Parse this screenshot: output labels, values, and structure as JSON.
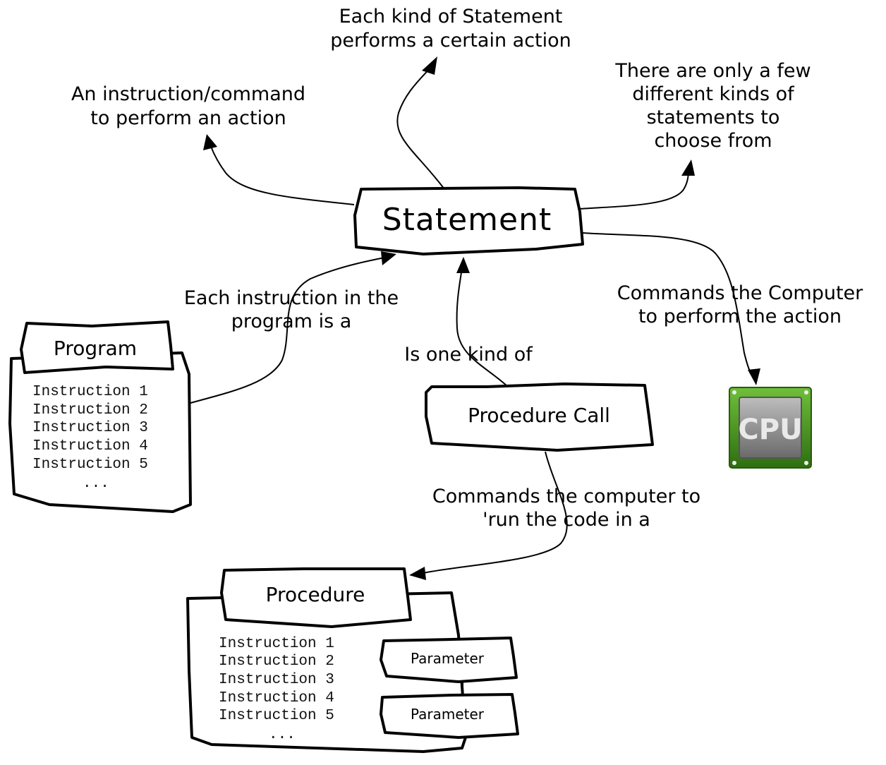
{
  "nodes": {
    "statement": {
      "label": "Statement"
    },
    "program": {
      "label": "Program",
      "lines": [
        "Instruction 1",
        "Instruction 2",
        "Instruction 3",
        "Instruction 4",
        "Instruction 5",
        "..."
      ]
    },
    "procedure_call": {
      "label": "Procedure Call"
    },
    "procedure": {
      "label": "Procedure",
      "lines": [
        "Instruction 1",
        "Instruction 2",
        "Instruction 3",
        "Instruction 4",
        "Instruction 5",
        "..."
      ],
      "parameters": [
        "Parameter",
        "Parameter"
      ]
    },
    "cpu": {
      "label": "CPU",
      "accent": "#4a9a1c"
    }
  },
  "annotations": {
    "action_kind": {
      "lines": [
        "Each kind of Statement",
        "performs a certain action"
      ]
    },
    "instruction_command": {
      "lines": [
        "An instruction/command",
        "to perform an action"
      ]
    },
    "few_kinds": {
      "lines": [
        "There are only a few",
        "different kinds of",
        "statements to",
        "choose from"
      ]
    },
    "program_instruction": {
      "lines": [
        "Each instruction in the",
        "program is a"
      ]
    },
    "one_kind": {
      "lines": [
        "Is one kind of"
      ]
    },
    "commands_computer": {
      "lines": [
        "Commands the Computer",
        "to perform the action"
      ]
    },
    "run_code": {
      "lines": [
        "Commands the computer to",
        "'run the  code in a"
      ]
    }
  }
}
